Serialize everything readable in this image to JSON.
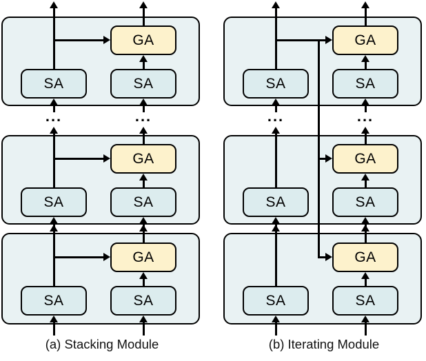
{
  "diagram": {
    "labels": {
      "sa": "SA",
      "ga": "GA",
      "ellipsis": "..."
    },
    "colors": {
      "panel_fill": "#e9f2f3",
      "sa_fill": "#dcecee",
      "ga_fill": "#fdf2cc",
      "stroke": "#000000",
      "background": "#ffffff"
    },
    "modules": [
      {
        "caption": "(a) Stacking Module"
      },
      {
        "caption": "(b) Iterating Module"
      }
    ]
  }
}
